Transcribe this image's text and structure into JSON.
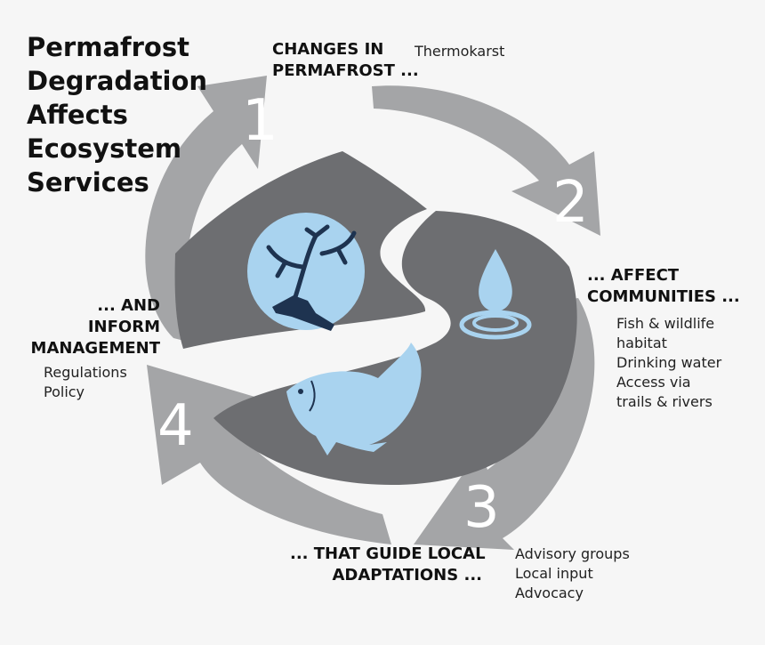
{
  "title": {
    "lines": [
      "Permafrost",
      "Degradation",
      "Affects",
      "Ecosystem",
      "Services"
    ]
  },
  "steps": [
    {
      "number": "1",
      "heading": [
        "CHANGES IN",
        "PERMAFROST ..."
      ],
      "items": [
        "Thermokarst"
      ]
    },
    {
      "number": "2",
      "heading": [
        "... AFFECT",
        "COMMUNITIES ..."
      ],
      "items": [
        "Fish & wildlife",
        "habitat",
        "Drinking water",
        "Access via",
        "trails & rivers"
      ]
    },
    {
      "number": "3",
      "heading": [
        "... THAT GUIDE LOCAL",
        "ADAPTATIONS ..."
      ],
      "items": [
        "Advisory groups",
        "Local input",
        "Advocacy"
      ]
    },
    {
      "number": "4",
      "heading": [
        "... AND",
        "INFORM",
        "MANAGEMENT"
      ],
      "items": [
        "Regulations",
        "Policy"
      ]
    }
  ],
  "colors": {
    "arrow": "#a4a5a7",
    "landscape": "#6d6e71",
    "river": "#f6f6f6",
    "icon_fill": "#a9d3ef",
    "icon_dark": "#1e3350"
  },
  "icons": [
    "caribou-icon",
    "water-drop-icon",
    "fish-icon"
  ]
}
